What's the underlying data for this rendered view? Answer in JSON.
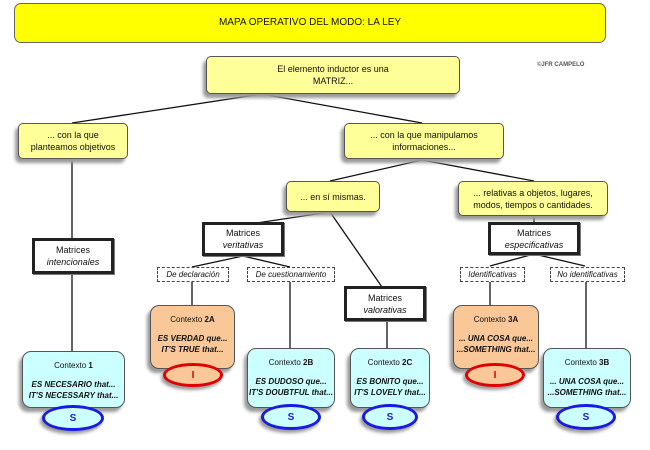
{
  "title": "MAPA OPERATIVO DEL MODO: LA LEY",
  "copyright": "©JFR CAMPELO",
  "nodes": {
    "root": {
      "line1": "El elemento inductor es una",
      "line2": "MATRIZ..."
    },
    "objetivos": {
      "line1": "... con la que",
      "line2": "planteamos objetivos"
    },
    "informaciones": {
      "line1": "... con la que manipulamos",
      "line2": "informaciones..."
    },
    "si_mismas": {
      "line1": "... en sí mismas."
    },
    "relativas": {
      "line1": "... relativas a objetos, lugares,",
      "line2": "modos, tiempos o cantidades."
    },
    "intencionales": {
      "line1": "Matrices",
      "line2": "intencionales"
    },
    "veritativas": {
      "line1": "Matrices",
      "line2": "veritativas"
    },
    "valorativas": {
      "line1": "Matrices",
      "line2": "valorativas"
    },
    "especificativas": {
      "line1": "Matrices",
      "line2": "especificativas"
    },
    "declaracion": {
      "label": "De declaración"
    },
    "cuestionamiento": {
      "label": "De cuestionamiento"
    },
    "identificativas": {
      "label": "Identificativas"
    },
    "no_identificativas": {
      "label": "No identificativas"
    }
  },
  "contexts": {
    "c1": {
      "label": "Contexto",
      "num": "1",
      "es": "ES NECESARIO that...",
      "en": "IT'S NECESSARY that...",
      "mode": "S"
    },
    "c2a": {
      "label": "Contexto",
      "num": "2A",
      "es": "ES VERDAD que...",
      "en": "IT'S TRUE that...",
      "mode": "I"
    },
    "c2b": {
      "label": "Contexto",
      "num": "2B",
      "es": "ES DUDOSO que...",
      "en": "IT'S DOUBTFUL that...",
      "mode": "S"
    },
    "c2c": {
      "label": "Contexto",
      "num": "2C",
      "es": "ES BONITO que...",
      "en": "IT'S LOVELY that...",
      "mode": "S"
    },
    "c3a": {
      "label": "Contexto",
      "num": "3A",
      "es": "... UNA COSA que...",
      "en": "...SOMETHING that...",
      "mode": "I"
    },
    "c3b": {
      "label": "Contexto",
      "num": "3B",
      "es": "... UNA COSA que...",
      "en": "...SOMETHING that...",
      "mode": "S"
    }
  },
  "colors": {
    "title_bg": "#ffff00",
    "node_bg": "#ffff99",
    "indicative": "#e00000",
    "subjunctive": "#1a1ae0",
    "orange_ctx": "#fac898",
    "cyan_ctx": "#ccffff"
  }
}
